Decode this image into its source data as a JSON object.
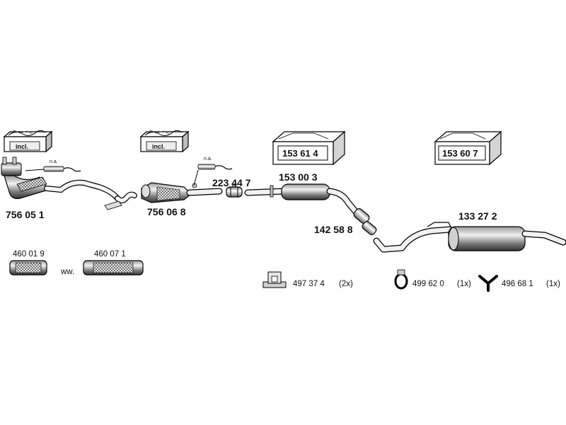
{
  "kits": [
    {
      "label": "incl."
    },
    {
      "label": "incl."
    }
  ],
  "boxes": [
    {
      "part_number": "153 61 4"
    },
    {
      "part_number": "153 60 7"
    }
  ],
  "parts": {
    "front_pipe": "756 05 1",
    "catalytic_converter": "756 06 8",
    "clamp_223": "223 44 7",
    "middle_silencer": "153 00 3",
    "clamp_142": "142 58 8",
    "rear_silencer": "133 27 2",
    "flex_short": "460 01 9",
    "flex_long": "460 07 1"
  },
  "flex_separator": "ww.",
  "sensor_note_1": "n.a.",
  "sensor_note_2": "n.a.",
  "hangers": [
    {
      "part_number": "497 37 4",
      "qty": "(2x)"
    },
    {
      "part_number": "499 62 0",
      "qty": "(1x)"
    },
    {
      "part_number": "496 68 1",
      "qty": "(1x)"
    }
  ]
}
